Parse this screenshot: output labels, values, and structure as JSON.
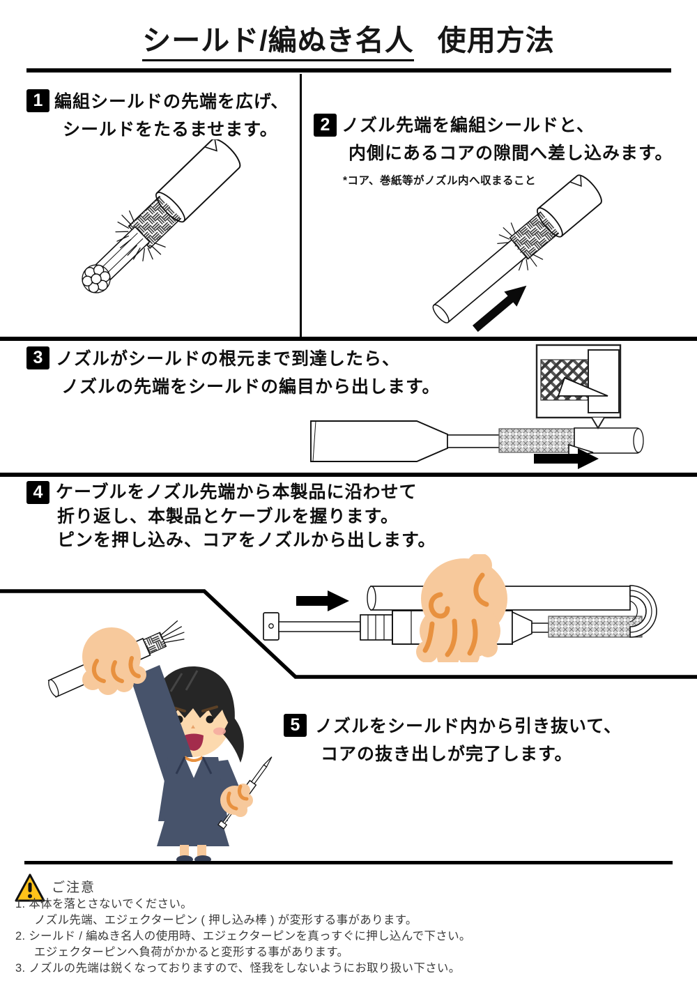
{
  "title": {
    "main": "シールド/編ぬき名人",
    "sub": "使用方法"
  },
  "steps": [
    {
      "num": "1",
      "lines": [
        "編組シールドの先端を広げ、",
        "シールドをたるませます。"
      ]
    },
    {
      "num": "2",
      "lines": [
        "ノズル先端を編組シールドと、",
        "内側にあるコアの隙間へ差し込みます。"
      ],
      "note": "*コア、巻紙等がノズル内へ収まること"
    },
    {
      "num": "3",
      "lines": [
        "ノズルがシールドの根元まで到達したら、",
        "ノズルの先端をシールドの編目から出します。"
      ]
    },
    {
      "num": "4",
      "lines": [
        "ケーブルをノズル先端から本製品に沿わせて",
        "折り返し、本製品とケーブルを握ります。",
        "ピンを押し込み、コアをノズルから出します。"
      ]
    },
    {
      "num": "5",
      "lines": [
        "ノズルをシールド内から引き抜いて、",
        "コアの抜き出しが完了します。"
      ]
    }
  ],
  "caution": {
    "title": "ご注意",
    "items": [
      {
        "text": "1. 本体を落とさないでください。",
        "indent": false
      },
      {
        "text": "ノズル先端、エジェクターピン ( 押し込み棒 ) が変形する事があります。",
        "indent": true
      },
      {
        "text": "2. シールド / 編ぬき名人の使用時、エジェクターピンを真っすぐに押し込んで下さい。",
        "indent": false
      },
      {
        "text": "エジェクターピンへ負荷がかかると変形する事があります。",
        "indent": true
      },
      {
        "text": "3. ノズルの先端は鋭くなっておりますので、怪我をしないようにお取り扱い下さい。",
        "indent": false
      }
    ]
  },
  "icons": {
    "warning": "warning-triangle-icon",
    "direction_arrow": "direction-arrow-icon"
  },
  "colors": {
    "line": "#000000",
    "badge_bg": "#000000",
    "badge_fg": "#ffffff",
    "warning_yellow": "#FFC21A",
    "caution_text": "#3a3a3a",
    "skin": "#F7C99C",
    "skin_line": "#E8913F",
    "suit": "#47536B",
    "mouth": "#A32C4C",
    "hair": "#262626"
  }
}
